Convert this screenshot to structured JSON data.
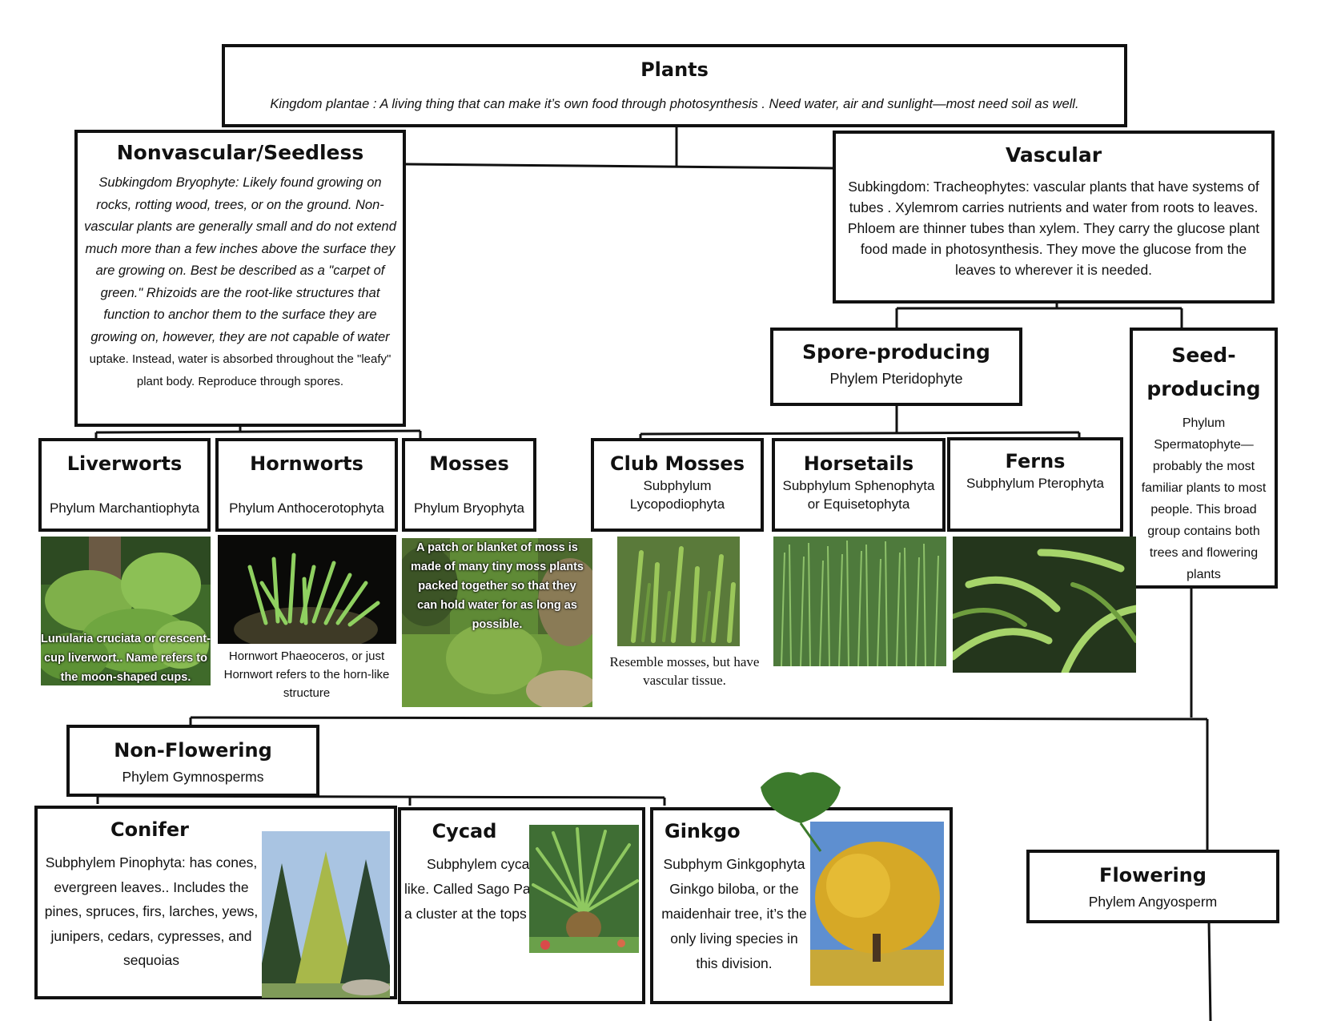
{
  "plants": {
    "title": "Plants",
    "description": "Kingdom plantae :  A living thing that can make it’s own food through photosynthesis .  Need water, air and sunlight—most need soil as well."
  },
  "nonvascular": {
    "title": "Nonvascular/Seedless",
    "desc_italic": "Subkingdom Bryophyte: Likely found growing on rocks, rotting wood, trees, or on the ground. Non-vascular plants are generally small and do not extend much more than a few inches above the surface they are growing on. Best be described as a \"carpet of green.\" Rhizoids are the root-like structures that function to anchor them to the surface they are growing on, however, they are not capable of water",
    "desc_plain": " uptake. Instead, water is absorbed throughout the \"leafy\" plant body. Reproduce through spores."
  },
  "vascular": {
    "title": "Vascular",
    "description": "Subkingdom: Tracheophytes: vascular plants that have systems of tubes . Xylemrom carries nutrients and water from roots to leaves.  Phloem are thinner tubes than xylem. They carry the glucose plant food made in photosynthesis. They move the glucose from the leaves to wherever it is needed."
  },
  "spore_producing": {
    "title": "Spore-producing",
    "subtitle": "Phylem Pteridophyte"
  },
  "seed_producing": {
    "title": "Seed-producing",
    "description": "Phylum Spermatophyte—probably the most familiar plants to most people. This broad group contains both trees and flowering plants"
  },
  "liverworts": {
    "title": "Liverworts",
    "subtitle": "Phylum Marchantiophyta",
    "photo_caption": "Lunularia cruciata or crescent-cup liverwort.. Name refers to the moon-shaped cups."
  },
  "hornworts": {
    "title": "Hornworts",
    "subtitle": "Phylum Anthocerotophyta",
    "caption": "Hornwort Phaeoceros, or just Hornwort refers to the horn-like structure"
  },
  "mosses": {
    "title": "Mosses",
    "subtitle": "Phylum Bryophyta",
    "photo_caption": "A patch or blanket of moss is made of many tiny moss plants packed together so that they can hold water for as long as possible."
  },
  "club_mosses": {
    "title": "Club Mosses",
    "subtitle": "Subphylum Lycopodiophyta",
    "caption": "Resemble mosses, but have vascular tissue."
  },
  "horsetails": {
    "title": "Horsetails",
    "subtitle": "Subphylum Sphenophyta or Equisetophyta"
  },
  "ferns": {
    "title": "Ferns",
    "subtitle": "Subphylum Pterophyta"
  },
  "non_flowering": {
    "title": "Non-Flowering",
    "subtitle": "Phylem Gymnosperms"
  },
  "conifer": {
    "title": "Conifer",
    "description": "Subphylem Pinophyta: has cones, evergreen leaves.. Includes the pines, spruces, firs, larches, yews, junipers, cedars, cypresses, and sequoias"
  },
  "cycad": {
    "title": "Cycad",
    "description": "Subphylem cycadophyta Palm-like. Called Sago Palms. Leaves form a cluster at the tops of the trunks"
  },
  "ginkgo": {
    "title": "Ginkgo",
    "description": "Subphym Ginkgophyta Ginkgo biloba, or the maidenhair tree, it’s the only living species in this division."
  },
  "flowering": {
    "title": "Flowering",
    "subtitle": "Phylem Angyosperm"
  },
  "colors": {
    "line": "#111111",
    "box_border": "#111111",
    "background": "#ffffff"
  },
  "icons": [
    "liverwort-photo",
    "hornwort-photo",
    "moss-photo",
    "club-moss-photo",
    "horsetail-photo",
    "fern-photo",
    "conifer-photo",
    "cycad-photo",
    "ginkgo-tree-photo",
    "ginkgo-leaf-icon"
  ]
}
